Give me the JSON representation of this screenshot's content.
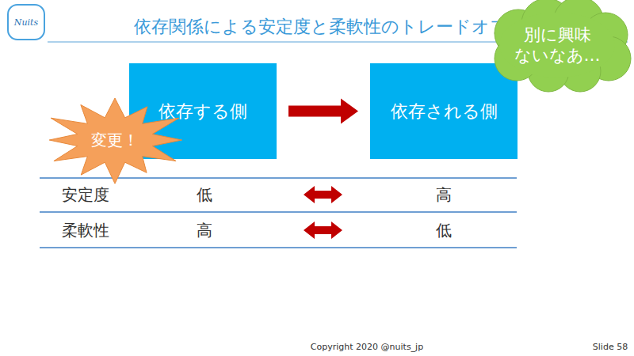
{
  "diagram": {
    "title": "依存関係による安定度と柔軟性のトレードオフ",
    "nodes": [
      {
        "text": [
          "依存する側"
        ]
      },
      {
        "text": [
          "依存される側"
        ]
      },
      {
        "text": [
          "変更！"
        ]
      },
      {
        "text": [
          "別に興味 ないなあ…"
        ]
      }
    ],
    "edges": [
      {
        "from": 0,
        "to": 1,
        "arrow": "to"
      }
    ],
    "labels": [
      "Nuits",
      "安定度",
      "低",
      "高",
      "柔軟性",
      "高",
      "低",
      "Copyright 2020 @nuits_jp",
      "Slide 58"
    ]
  }
}
